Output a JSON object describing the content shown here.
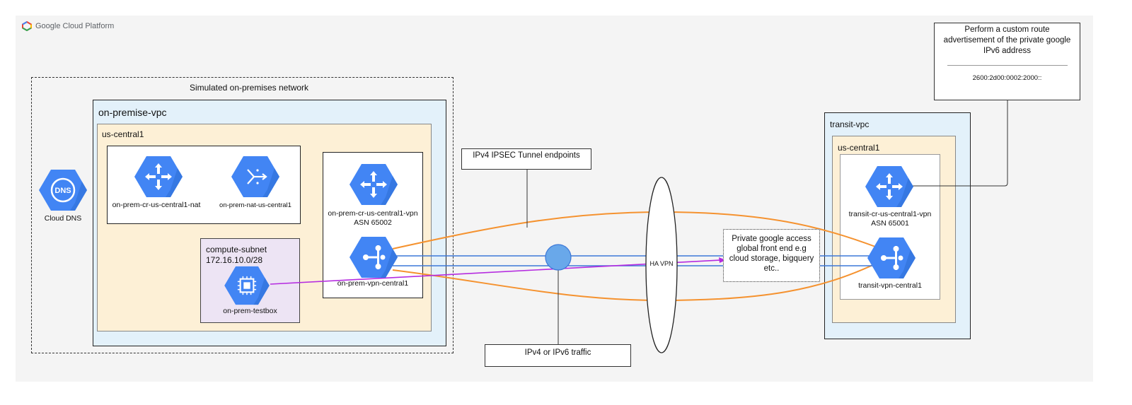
{
  "branding": {
    "logo_text": "Google Cloud Platform"
  },
  "cloud_dns": {
    "label": "Cloud DNS",
    "icon_text": "DNS"
  },
  "onprem_network": {
    "title": "Simulated on-premises network"
  },
  "onprem_vpc": {
    "title": "on-premise-vpc",
    "region": "us-central1",
    "nat_router": "on-prem-cr-us-central1-nat",
    "nat_gateway": "on-prem-nat-us-central1",
    "vpn_router_name": "on-prem-cr-us-central1-vpn",
    "vpn_router_asn": "ASN 65002",
    "vpn_gateway": "on-prem-vpn-central1",
    "subnet_name": "compute-subnet",
    "subnet_cidr": "172.16.10.0/28",
    "testbox": "on-prem-testbox"
  },
  "transit_vpc": {
    "title": "transit-vpc",
    "region": "us-central1",
    "router_name": "transit-cr-us-central1-vpn",
    "router_asn": "ASN 65001",
    "vpn_gateway": "transit-vpn-central1"
  },
  "callouts": {
    "ipsec": "IPv4 IPSEC Tunnel endpoints",
    "traffic": "IPv4 or IPv6 traffic",
    "ha_vpn": "HA VPN",
    "route_ad_line1": "Perform a custom route",
    "route_ad_line2": "advertisement of the private google",
    "route_ad_line3": "IPv6 address",
    "route_ad_ip": "2600:2d00:0002:2000::",
    "pga_line1": "Private google access",
    "pga_line2": "global front end e.g",
    "pga_line3": "cloud storage, bigquery",
    "pga_line4": "etc.."
  },
  "colors": {
    "gcp_blue": "#4285f4",
    "tunnel_orange": "#f5922f",
    "link_blue": "#3d78d8",
    "flow_purple": "#b52be0"
  }
}
